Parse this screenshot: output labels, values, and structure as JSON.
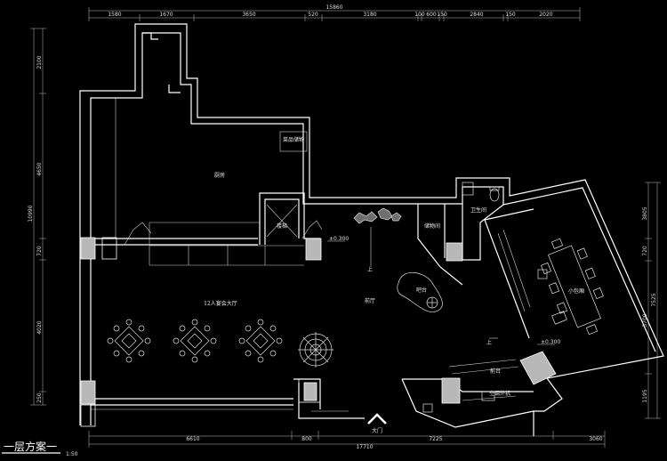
{
  "title": "一层方案一",
  "scale": "1:50",
  "dimensions": {
    "top_total": "15860",
    "top": [
      "1580",
      "1670",
      "3650",
      "520",
      "3180",
      "100",
      "600",
      "150",
      "2840",
      "150",
      "2020"
    ],
    "bottom_total": "17710",
    "bottom": [
      "6610",
      "800",
      "7225",
      "3060"
    ],
    "left_total": "10990",
    "left": [
      "2100",
      "4650",
      "720",
      "4020",
      "250"
    ],
    "right_total": "7525",
    "right": [
      "3805",
      "720",
      "3700",
      "1195"
    ]
  },
  "rooms": {
    "kitchen": "厨房",
    "storage": "菜品储物",
    "stair": "楼梯",
    "dining_hall": "12人宴会大厅",
    "lobby": "前厅",
    "toilet": "卫生间",
    "utility": "储物间",
    "private_room": "小包厢",
    "bar": "吧台",
    "desk": "前台",
    "ac_unit": "空调外机",
    "entrance": "大门"
  },
  "levels": {
    "level_1": "±0.300",
    "level_2": "±0.300"
  },
  "stair_mark": "上"
}
